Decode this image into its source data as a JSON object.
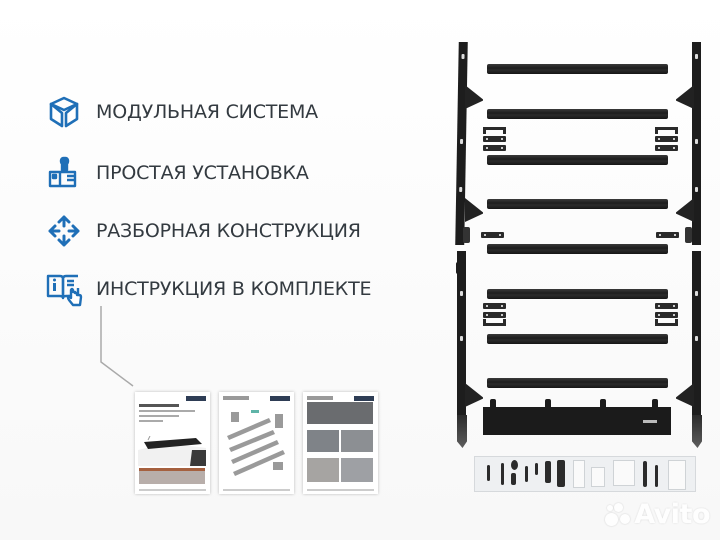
{
  "features": [
    {
      "icon": "cube-icon",
      "label": "МОДУЛЬНАЯ СИСТЕМА"
    },
    {
      "icon": "thumbs-up-wrench-icon",
      "label": "ПРОСТАЯ УСТАНОВКА"
    },
    {
      "icon": "move-arrows-icon",
      "label": "РАЗБОРНАЯ КОНСТРУКЦИЯ"
    },
    {
      "icon": "manual-book-hand-icon",
      "label": "ИНСТРУКЦИЯ В КОМПЛЕКТЕ"
    }
  ],
  "accent_color": "#1f6fb7",
  "text_color": "#333a40",
  "instruction_pages": [
    {
      "name": "instruction-cover-page"
    },
    {
      "name": "instruction-parts-diagram-page"
    },
    {
      "name": "instruction-photo-steps-page"
    }
  ],
  "product": {
    "crossbars_count": 9,
    "side_rails_per_side": 2
  },
  "watermark": {
    "text": "Avito"
  }
}
